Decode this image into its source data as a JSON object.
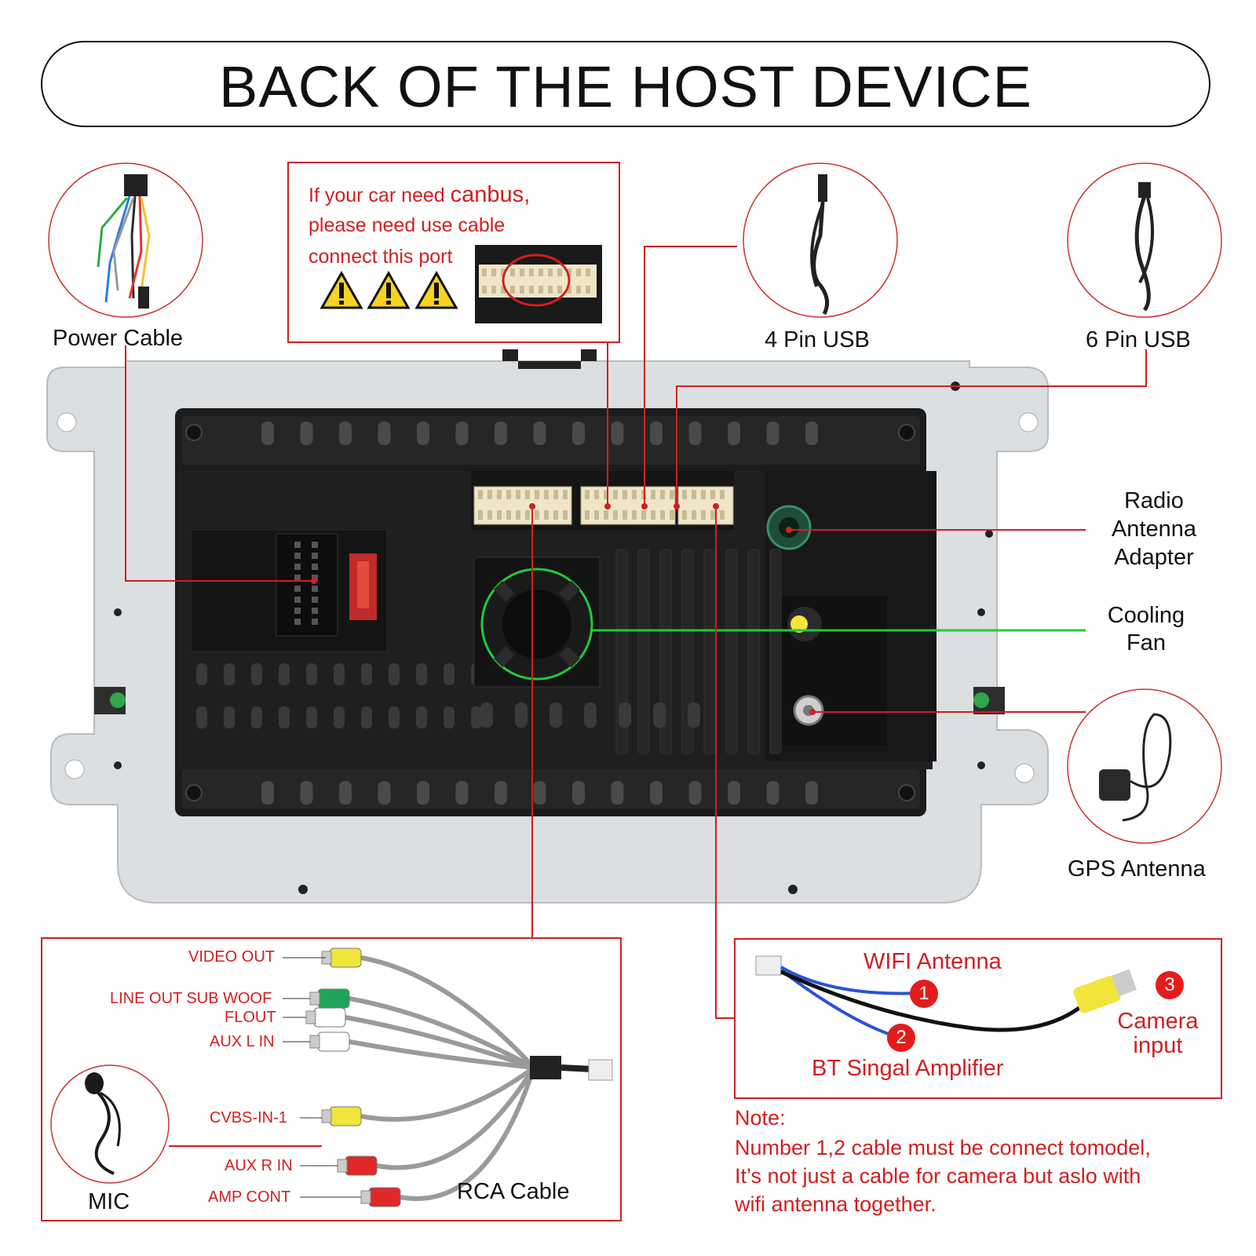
{
  "title": "BACK OF THE HOST DEVICE",
  "canbus_note": {
    "line1_prefix": "If your car need ",
    "line1_emphasis": "canbus,",
    "line2": "please need use cable",
    "line3": "connect this port"
  },
  "labels": {
    "power_cable": "Power Cable",
    "usb4": "4 Pin USB",
    "usb6": "6 Pin USB",
    "radio_antenna": [
      "Radio",
      "Antenna",
      "Adapter"
    ],
    "cooling_fan": [
      "Cooling",
      "Fan"
    ],
    "gps_antenna": "GPS Antenna",
    "rca_cable": "RCA Cable",
    "mic": "MIC"
  },
  "rca_ports": [
    "VIDEO OUT",
    "LINE OUT SUB WOOF",
    "FLOUT",
    "AUX L IN",
    "CVBS-IN-1",
    "AUX R IN",
    "AMP CONT"
  ],
  "camera_cable": {
    "wifi": "WIFI Antenna",
    "bt": "BT Singal Amplifier",
    "camera": [
      "Camera",
      "input"
    ],
    "badges": [
      "1",
      "2",
      "3"
    ]
  },
  "note": {
    "heading": "Note:",
    "lines": [
      "Number 1,2 cable must be connect tomodel,",
      "It’s not just a cable for camera but aslo with",
      "wifi antenna together."
    ]
  },
  "colors": {
    "accent_red": "#d11f1f",
    "fan_green": "#22c93a",
    "device_black": "#1c1c1c",
    "frame_gray": "#d9dcdf",
    "connector_beige": "#efe6c8"
  }
}
